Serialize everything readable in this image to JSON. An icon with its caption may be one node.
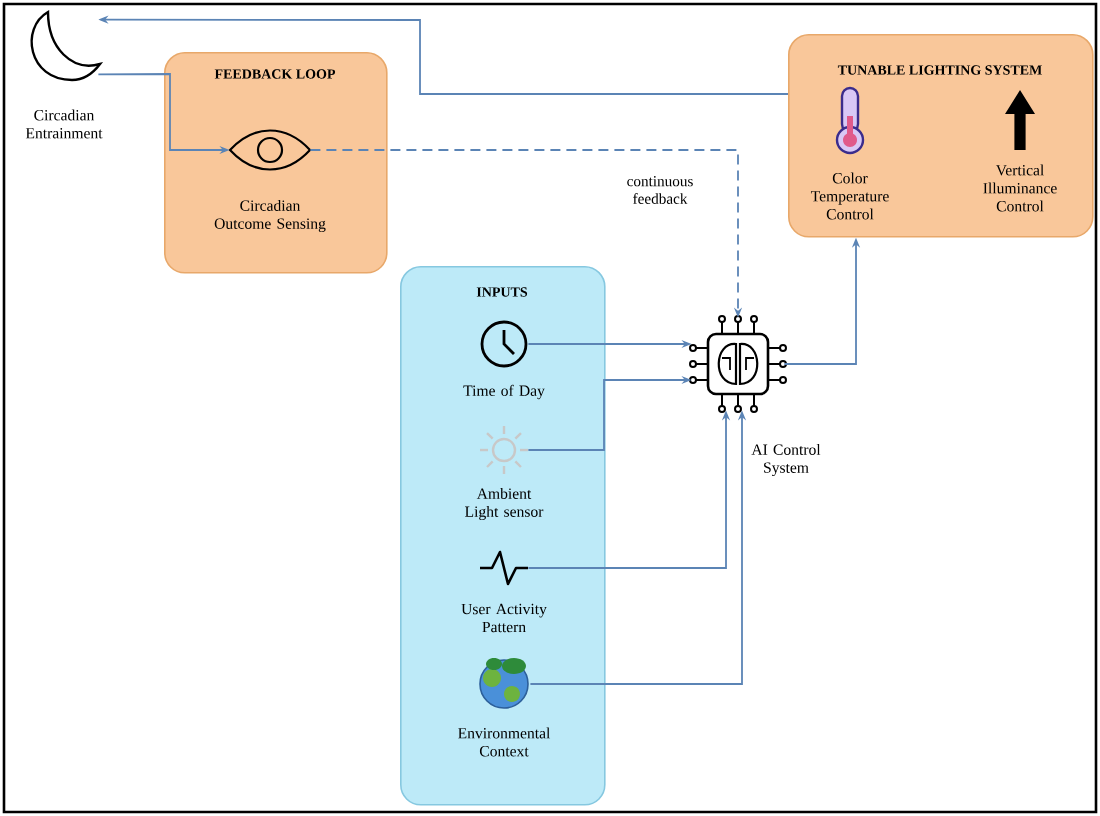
{
  "diagram": {
    "nodes": [
      {
        "text": [
          "FEEDBACK LOOP"
        ]
      },
      {
        "text": [
          "Circadian Outcome Sensing"
        ],
        "in": 0
      },
      {
        "text": [
          "TUNABLE LIGHTING SYSTEM"
        ]
      },
      {
        "text": [
          "Color Temperature Control"
        ],
        "in": 2
      },
      {
        "text": [
          "Vertical Illuminance Control"
        ],
        "in": 2
      },
      {
        "text": [
          "INPUTS"
        ]
      },
      {
        "text": [
          "Time of Day"
        ],
        "in": 5
      },
      {
        "text": [
          "Ambient Light sensor"
        ],
        "in": 5
      },
      {
        "text": [
          "User Activity Pattern"
        ],
        "in": 5
      },
      {
        "text": [
          "Environmental Context"
        ],
        "in": 5
      },
      {
        "text": [
          "AI Control System"
        ]
      },
      {
        "text": [
          "Circadian Entrainment"
        ]
      }
    ],
    "edges": [
      {
        "from": 2,
        "to": 11,
        "arrow": "to"
      },
      {
        "from": 11,
        "to": 1,
        "arrow": "to"
      },
      {
        "from": 1,
        "to": 10,
        "arrow": "to",
        "style": "dashed",
        "label": "continuous feedback"
      },
      {
        "from": 6,
        "to": 10,
        "arrow": "to"
      },
      {
        "from": 7,
        "to": 10,
        "arrow": "to"
      },
      {
        "from": 8,
        "to": 10,
        "arrow": "to"
      },
      {
        "from": 9,
        "to": 10,
        "arrow": "to"
      },
      {
        "from": 10,
        "to": 2,
        "arrow": "to"
      }
    ]
  }
}
